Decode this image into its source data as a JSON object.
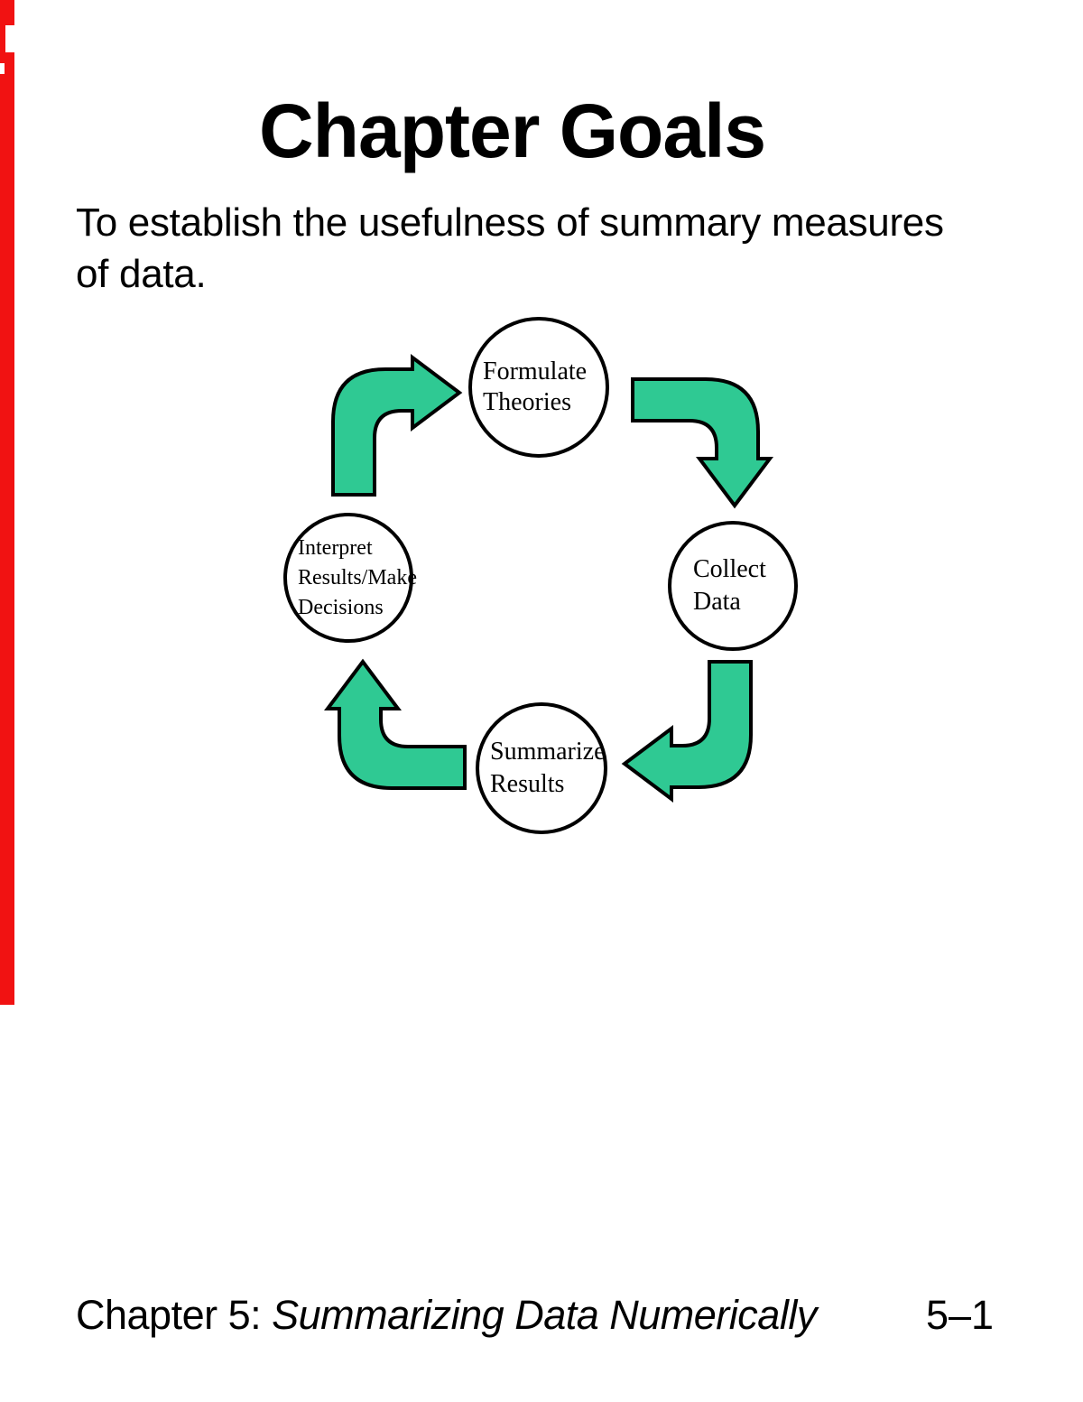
{
  "page": {
    "title": "Chapter Goals",
    "subtitle_line1": "To establish the usefulness of summary measures",
    "subtitle_line2": "of data.",
    "footer": {
      "chapter_label": "Chapter 5: ",
      "course_title": "Summarizing Data Numerically",
      "page_number": "5–1"
    }
  },
  "diagram": {
    "type": "cycle",
    "arrow_color": "#2FC993",
    "outline_color": "#000000",
    "nodes": [
      {
        "id": "formulate-theories",
        "lines": [
          "Formulate",
          "Theories"
        ]
      },
      {
        "id": "collect-data",
        "lines": [
          "Collect",
          "Data"
        ]
      },
      {
        "id": "summarize-results",
        "lines": [
          "Summarize",
          "Results"
        ]
      },
      {
        "id": "interpret-decisions",
        "lines": [
          "Interpret",
          "Results/Make",
          "Decisions"
        ]
      }
    ],
    "flow": [
      "interpret-decisions → formulate-theories",
      "formulate-theories → collect-data",
      "collect-data → summarize-results",
      "summarize-results → interpret-decisions"
    ]
  },
  "artifacts": {
    "left_edge_stripe_color": "#F11212"
  }
}
